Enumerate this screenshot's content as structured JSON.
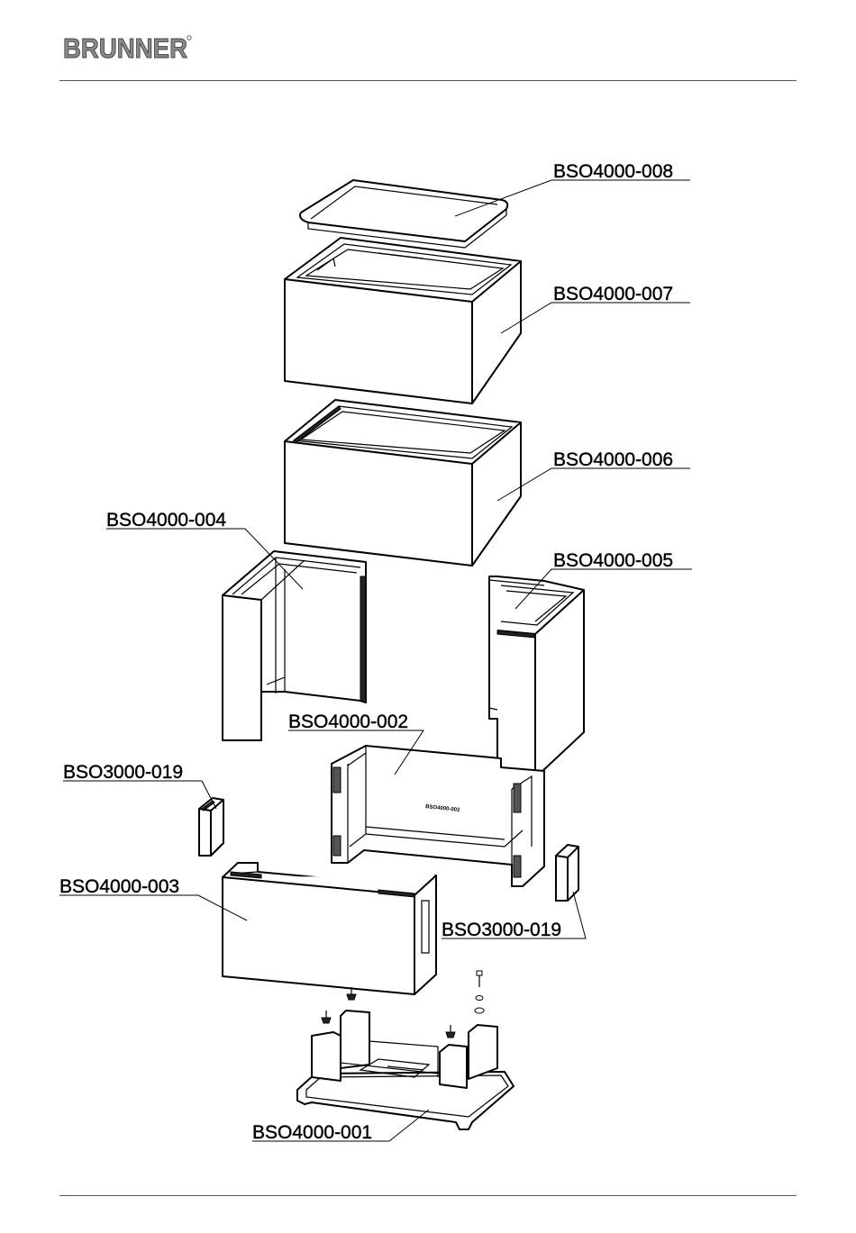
{
  "header": {
    "brand": "BRUNNER"
  },
  "diagram": {
    "stamp": "BSO4000-002",
    "labels": {
      "p008": "BSO4000-008",
      "p007": "BSO4000-007",
      "p006": "BSO4000-006",
      "p004": "BSO4000-004",
      "p005": "BSO4000-005",
      "p002": "BSO4000-002",
      "p019a": "BSO3000-019",
      "p003": "BSO4000-003",
      "p019b": "BSO3000-019",
      "p001": "BSO4000-001"
    }
  }
}
